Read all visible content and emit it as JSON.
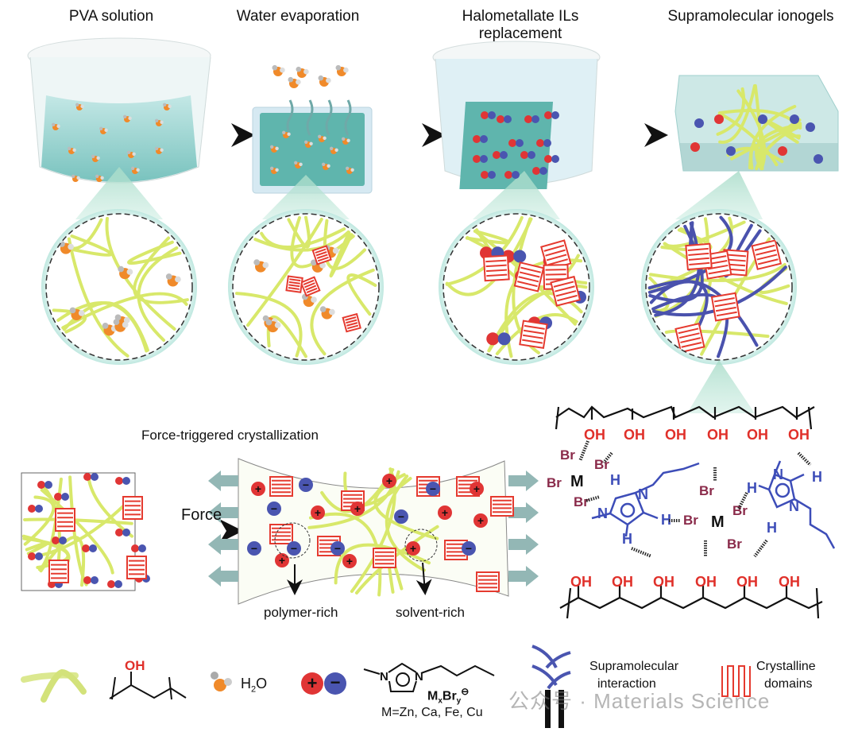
{
  "stages": [
    {
      "title": "PVA solution"
    },
    {
      "title_line1": "Halometallate ILs",
      "title_line2": "replacement"
    },
    {
      "title": "Water evaporation"
    },
    {
      "title": "Supramolecular ionogels"
    }
  ],
  "middle": {
    "section_title": "Force-triggered crystallization",
    "force_label": "Force",
    "polymer_rich_label": "polymer-rich",
    "solvent_rich_label": "solvent-rich"
  },
  "chemistry": {
    "hydroxyl": "OH",
    "bromide": "Br",
    "metal": "M",
    "nitrogen": "N",
    "hydrogen": "H"
  },
  "legend": {
    "oh_label": "OH",
    "water_label": "H",
    "water_sub": "2",
    "water_tail": "O",
    "anion_formula_m": "M",
    "anion_formula_x": "x",
    "anion_formula_br": "Br",
    "anion_formula_y": "y",
    "anion_charge": "⊖",
    "metal_list": "M=Zn, Ca, Fe, Cu",
    "supramolecular_line1": "Supramolecular",
    "supramolecular_line2": "interaction",
    "crystalline_line1": "Crystalline",
    "crystalline_line2": "domains"
  },
  "watermark": "公众号 · Materials Science",
  "colors": {
    "polymer": "#d8e86a",
    "cation": "#e03535",
    "anion": "#4a55b0",
    "crystal": "#e53a2f",
    "oh_red": "#e0302a",
    "br_maroon": "#8a2a4a",
    "cation_blue": "#3d4db8",
    "water_orange": "#f08a2a",
    "gel_teal": "#7fc9c6"
  }
}
